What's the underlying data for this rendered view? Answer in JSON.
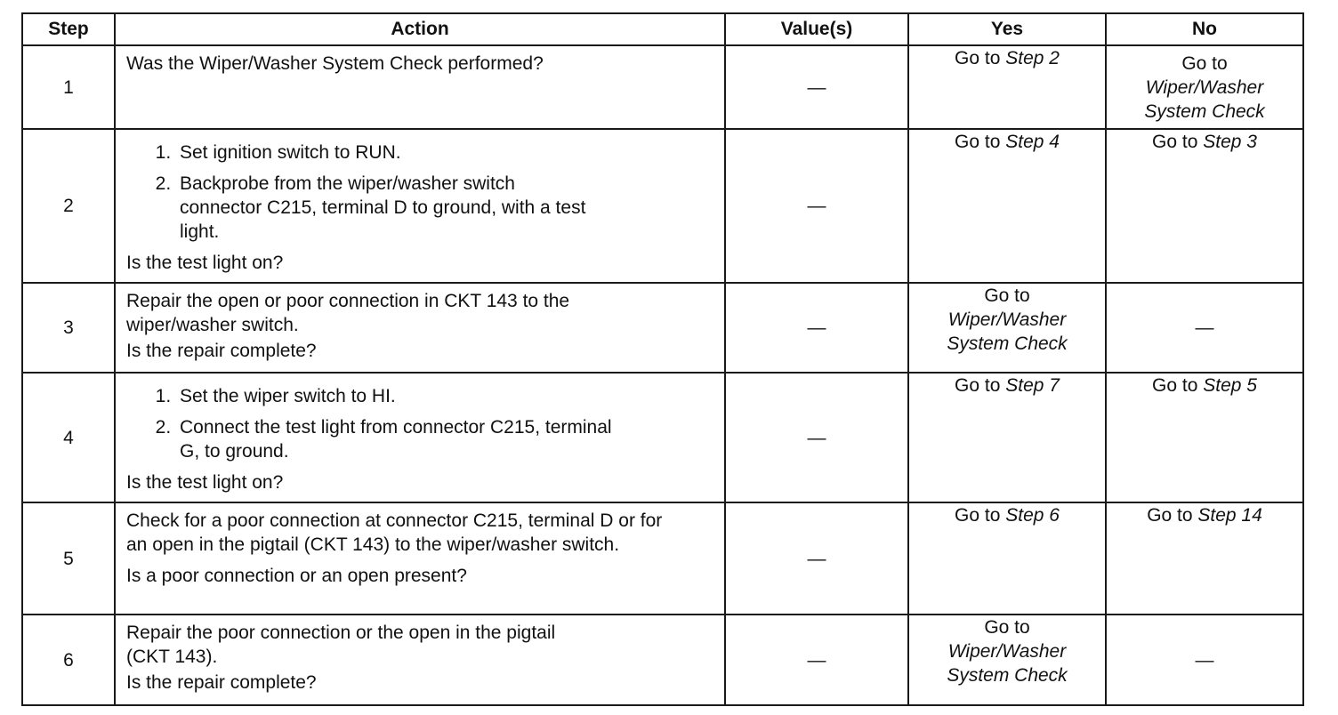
{
  "headers": {
    "step": "Step",
    "action": "Action",
    "values": "Value(s)",
    "yes": "Yes",
    "no": "No"
  },
  "rows": [
    {
      "step": "1",
      "action_text": "Was the Wiper/Washer System Check performed?",
      "value": "—",
      "yes_prefix": "Go to ",
      "yes_link": "Step 2",
      "no_prefix": "Go to",
      "no_link": "Wiper/Washer System Check"
    },
    {
      "step": "2",
      "items": [
        "Set ignition switch to RUN.",
        "Backprobe from the wiper/washer switch connector C215, terminal D to ground, with a test light."
      ],
      "question": "Is the test light on?",
      "value": "—",
      "yes_prefix": "Go to ",
      "yes_link": "Step 4",
      "no_prefix": "Go to ",
      "no_link": "Step 3"
    },
    {
      "step": "3",
      "action_text": "Repair the open or poor connection in CKT 143 to the wiper/washer switch.",
      "question": "Is the repair complete?",
      "value": "—",
      "yes_prefix": "Go to",
      "yes_link": "Wiper/Washer System Check",
      "no_value": "—"
    },
    {
      "step": "4",
      "items": [
        "Set the wiper switch to HI.",
        "Connect the test light from connector C215, terminal G, to ground."
      ],
      "question": "Is the test light on?",
      "value": "—",
      "yes_prefix": "Go to ",
      "yes_link": "Step 7",
      "no_prefix": "Go to ",
      "no_link": "Step 5"
    },
    {
      "step": "5",
      "action_text": "Check for a poor connection at connector C215, terminal D or for an open in the pigtail (CKT 143) to the wiper/washer switch.",
      "question": "Is a poor connection or an open present?",
      "value": "—",
      "yes_prefix": "Go to ",
      "yes_link": "Step 6",
      "no_prefix": "Go to ",
      "no_link": "Step 14"
    },
    {
      "step": "6",
      "action_text": "Repair the poor connection or the open in the pigtail (CKT 143).",
      "question": "Is the repair complete?",
      "value": "—",
      "yes_prefix": "Go to",
      "yes_link": "Wiper/Washer System Check",
      "no_value": "—"
    }
  ]
}
